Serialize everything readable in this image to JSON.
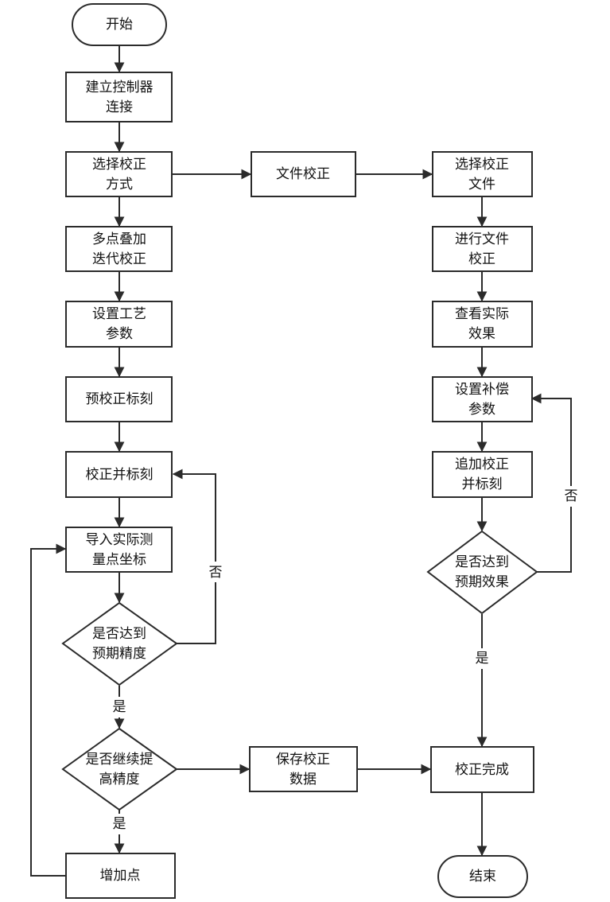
{
  "nodes": {
    "start": "开始",
    "connect": [
      "建立控制器",
      "连接"
    ],
    "choose_method": [
      "选择校正",
      "方式"
    ],
    "multi_point": [
      "多点叠加",
      "迭代校正"
    ],
    "set_process": [
      "设置工艺",
      "参数"
    ],
    "pre_calibrate": "预校正标刻",
    "calibrate_mark": "校正并标刻",
    "import_coords": [
      "导入实际测",
      "量点坐标"
    ],
    "precision_check": [
      "是否达到",
      "预期精度"
    ],
    "continue_check": [
      "是否继续提",
      "高精度"
    ],
    "add_points": "增加点",
    "save_data": [
      "保存校正",
      "数据"
    ],
    "file_calibration": "文件校正",
    "choose_file": [
      "选择校正",
      "文件"
    ],
    "do_file_cal": [
      "进行文件",
      "校正"
    ],
    "view_effect": [
      "查看实际",
      "效果"
    ],
    "set_compensation": [
      "设置补偿",
      "参数"
    ],
    "append_calibrate": [
      "追加校正",
      "并标刻"
    ],
    "effect_check": [
      "是否达到",
      "预期效果"
    ],
    "done": "校正完成",
    "end": "结束"
  },
  "edge_labels": {
    "no_precision": "否",
    "yes_precision": "是",
    "yes_continue": "是",
    "no_effect": "否",
    "yes_effect": "是"
  }
}
